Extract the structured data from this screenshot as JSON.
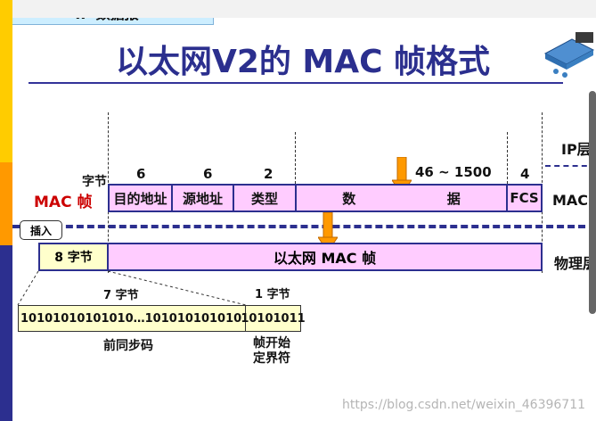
{
  "title": "以太网V2的 MAC 帧格式",
  "ip_packet_label": "IP 数据报",
  "ip_layer_label": "IP层",
  "mac_layer_label": "MAC",
  "physical_layer_label": "物理层",
  "mac_frame_label": "MAC 帧",
  "byte_label": "字节",
  "field_sizes": {
    "dest": "6",
    "src": "6",
    "type": "2",
    "data": "46 ~ 1500",
    "fcs": "4"
  },
  "fields": {
    "dest": "目的地址",
    "src": "源地址",
    "type": "类型",
    "data_left": "数",
    "data_right": "据",
    "fcs": "FCS"
  },
  "insert_label": "插入",
  "preamble_box_label": "8 字节",
  "physical_frame_label": "以太网 MAC 帧",
  "preamble": {
    "size_label": "7 字节",
    "bits_left": "10101010101010",
    "ellipsis": "…",
    "bits_right": "10101010101010",
    "name": "前同步码"
  },
  "sfd": {
    "size_label": "1 字节",
    "bits": "10101011",
    "name_line1": "帧开始",
    "name_line2": "定界符"
  },
  "watermark": "https://blog.csdn.net/weixin_46396711",
  "colors": {
    "title": "#2b2f8e",
    "frame_fill": "#ffccff",
    "preamble_fill": "#ffffcc",
    "ip_fill": "#cdeeff",
    "arrow": "#ff9900",
    "mac_frame_label": "#cc0000"
  }
}
